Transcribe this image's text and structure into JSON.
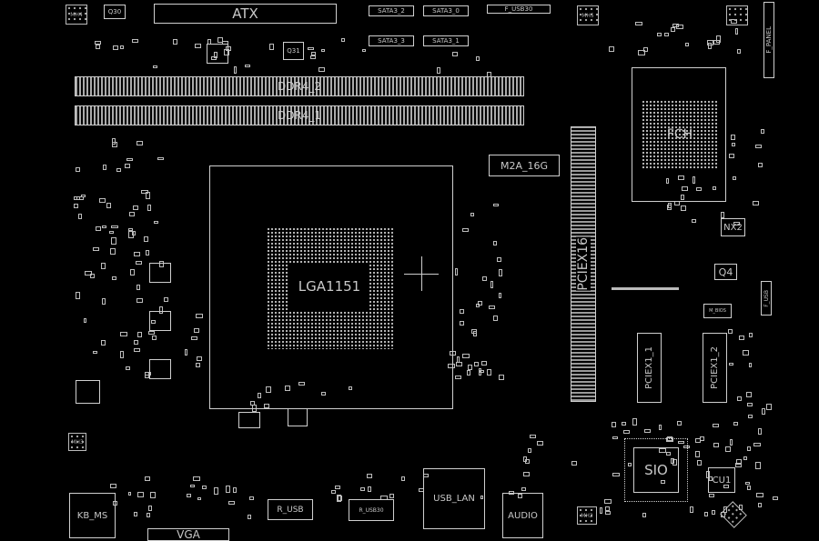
{
  "board": {
    "atx": "ATX",
    "sata3_2": "SATA3_2",
    "sata3_0": "SATA3_0",
    "sata3_3": "SATA3_3",
    "sata3_1": "SATA3_1",
    "f_usb30": "F_USB30",
    "q30": "Q30",
    "q31": "Q31",
    "ddr4_2": "DDR4_2",
    "ddr4_1": "DDR4_1",
    "m2a": "M2A_16G",
    "cpu": "LGA1151",
    "pciex16": "PCIEX16",
    "fch": "FCH",
    "f_panel": "F_PANEL",
    "nx2": "NX2",
    "q4": "Q4",
    "f_usb": "F_USB",
    "m_bios": "M_BIOS",
    "pciex1_1": "PCIEX1_1",
    "pciex1_2": "PCIEX1_2",
    "sio": "SIO",
    "cu1": "CU1",
    "kb_ms": "KB_MS",
    "vga": "VGA",
    "r_usb": "R_USB",
    "r_usb30": "R_USB30",
    "usb_lan": "USB_LAN",
    "audio": "AUDIO",
    "mh2": "MH2",
    "mh4": "MH4",
    "mh5": "MH5",
    "mh3": "MH3"
  }
}
